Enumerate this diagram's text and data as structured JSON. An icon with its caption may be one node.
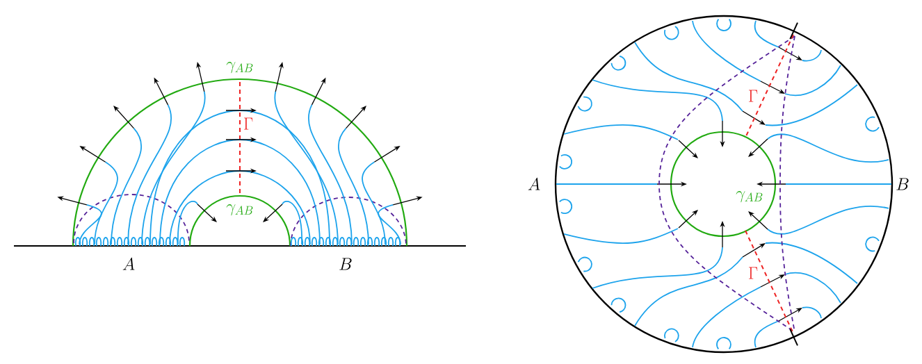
{
  "diagram": {
    "labels": [
      "\\gamma_{AB}",
      "\\Gamma",
      "\\gamma_{AB}",
      "A",
      "B",
      "\\Gamma",
      "A",
      "\\gamma_{AB}",
      "B",
      "\\Gamma"
    ]
  }
}
